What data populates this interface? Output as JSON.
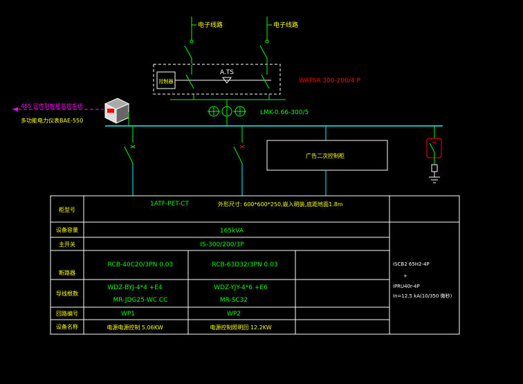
{
  "colors": {
    "background": "#000000",
    "green_wire": "#00ff00",
    "cyan_bus": "#00ffff",
    "white_line": "#ffffff",
    "yellow_text": "#ffff00",
    "red_text": "#ff0000",
    "magenta_line": "#ff00ff"
  },
  "incoming": {
    "left_label": "电子线路",
    "right_label": "电子线路"
  },
  "ats": {
    "controller_label": "控制器",
    "label": "A.TS",
    "model": "WATSA 300-200/4 P"
  },
  "ct": {
    "model": "LMK-0.66-300/5"
  },
  "meter": {
    "line1": "485 远传到智能监控系统",
    "line2": "多功能电力仪表BAE-550"
  },
  "side_box": {
    "label": "广告二次控制柜"
  },
  "table": {
    "rows": [
      {
        "header": "柜型号",
        "col_a": "1ATF-PET-CT",
        "col_b": "外形尺寸: 600*600*250,嵌入明装,底距地面1.8m"
      },
      {
        "header": "设备容量",
        "value": "165kVA"
      },
      {
        "header": "主开关",
        "value": "IS-300/200/3P"
      },
      {
        "header": "断路器",
        "col_a": "RCB-40C20/3PN 0.03",
        "col_b": "RCB-63D32/3PN 0.03"
      },
      {
        "header": "导线根数",
        "col_a_1": "WDZ-BYJ-4*4 +E4",
        "col_a_2": "MR-JDG25-WC CC",
        "col_b_1": "WDZ-YJY-4*6 +E6",
        "col_b_2": "MR-SC32"
      },
      {
        "header": "回路编号",
        "col_a": "WP1",
        "col_b": "WP2"
      },
      {
        "header": "设备名称",
        "col_a": "电源电源控制 5.06KW",
        "col_b": "电源控制照明回 12.2KW"
      }
    ],
    "spd": {
      "line1": "ISCB2 65H2-4P",
      "line2": "+",
      "line3": "iPRU40r-4P",
      "line4": "In=12.5 kA(10/350 微秒)"
    }
  }
}
